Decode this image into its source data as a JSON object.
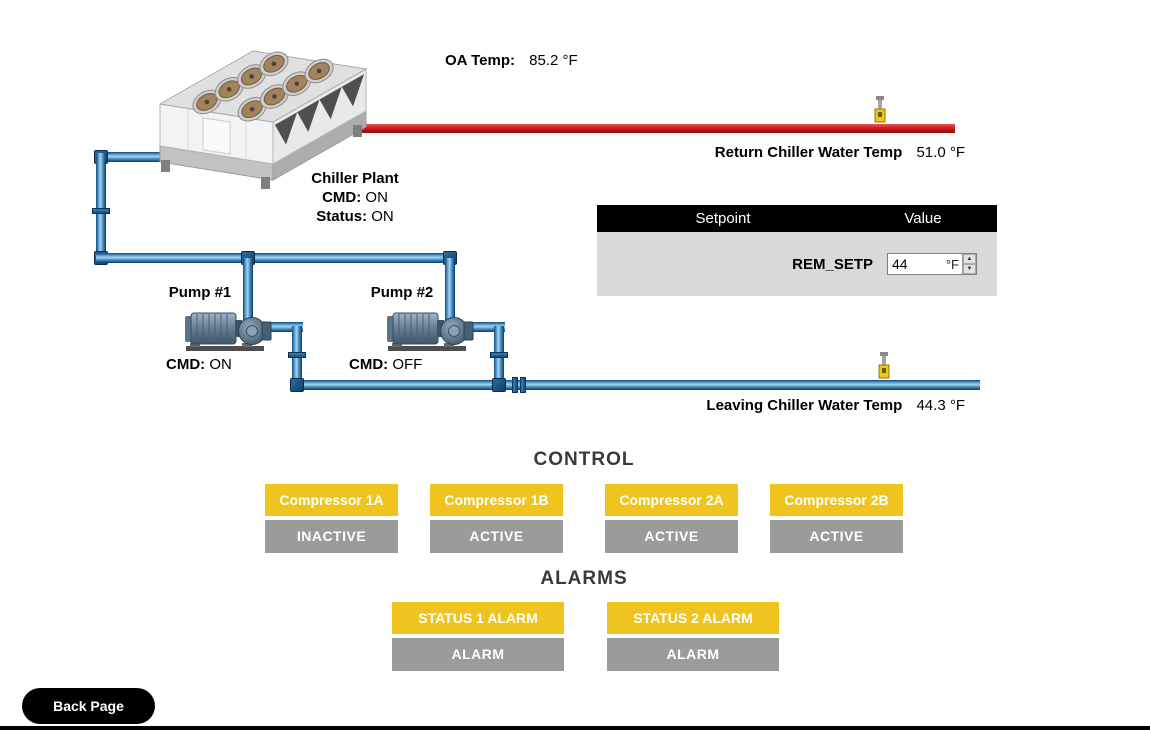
{
  "oa_temp": {
    "label": "OA Temp:",
    "value": "85.2 °F"
  },
  "return_temp": {
    "label": "Return Chiller Water Temp",
    "value": "51.0 °F"
  },
  "leaving_temp": {
    "label": "Leaving Chiller Water Temp",
    "value": "44.3 °F"
  },
  "chiller": {
    "title": "Chiller Plant",
    "cmd_label": "CMD:",
    "cmd_value": "ON",
    "status_label": "Status:",
    "status_value": "ON"
  },
  "pump1": {
    "name": "Pump #1",
    "cmd_label": "CMD:",
    "cmd_value": "ON"
  },
  "pump2": {
    "name": "Pump #2",
    "cmd_label": "CMD:",
    "cmd_value": "OFF"
  },
  "setpoint": {
    "header": {
      "col1": "Setpoint",
      "col2": "Value"
    },
    "row_label": "REM_SETP",
    "value": "44",
    "unit": "°F",
    "up_glyph": "▲",
    "down_glyph": "▼"
  },
  "control": {
    "title": "CONTROL",
    "tiles": [
      {
        "label": "Compressor 1A",
        "status": "INACTIVE"
      },
      {
        "label": "Compressor 1B",
        "status": "ACTIVE"
      },
      {
        "label": "Compressor 2A",
        "status": "ACTIVE"
      },
      {
        "label": "Compressor 2B",
        "status": "ACTIVE"
      }
    ]
  },
  "alarms": {
    "title": "ALARMS",
    "tiles": [
      {
        "label": "STATUS 1 ALARM",
        "status": "ALARM"
      },
      {
        "label": "STATUS 2 ALARM",
        "status": "ALARM"
      }
    ]
  },
  "back_button": "Back Page",
  "colors": {
    "accent_yellow": "#f0c41e",
    "tile_gray": "#9b9b9b",
    "pipe_red": "#cf1d1d",
    "pipe_blue": "#3d85bb",
    "table_header_bg": "#000000",
    "table_body_bg": "#d9d9d9"
  }
}
